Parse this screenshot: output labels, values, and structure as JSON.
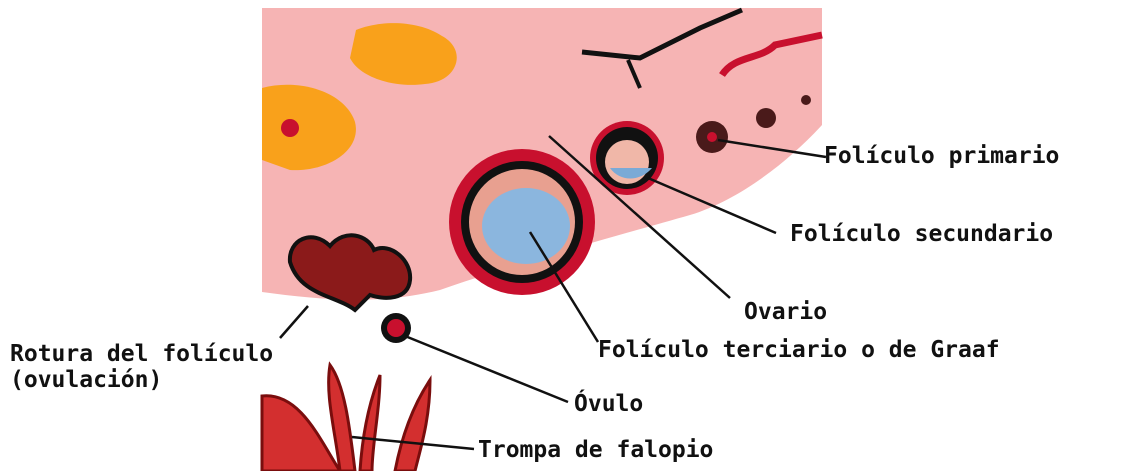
{
  "labels": {
    "primario": "Folículo primario",
    "secundario": "Folículo secundario",
    "ovario": "Ovario",
    "graaf": "Folículo terciario o de Graaf",
    "rotura1": "Rotura del folículo",
    "rotura2": "(ovulación)",
    "ovulo": "Óvulo",
    "trompa": "Trompa de falopio"
  }
}
